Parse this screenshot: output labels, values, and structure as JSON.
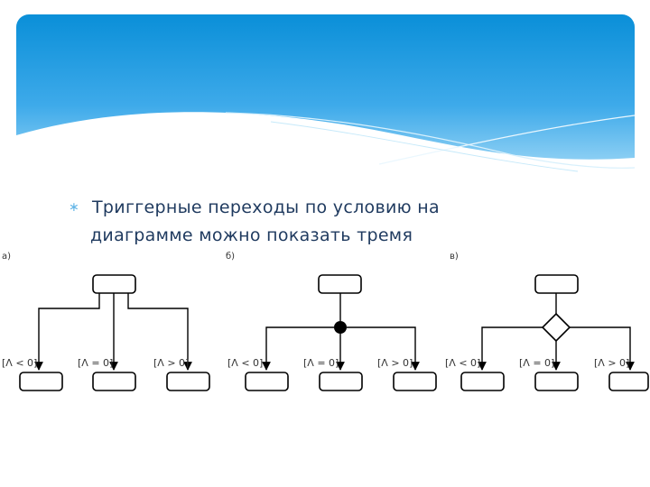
{
  "slide": {
    "bullet_symbol": "∗",
    "bullet_line1": "Триггерные переходы по условию на",
    "bullet_line2": "диаграмме можно показать тремя"
  },
  "diagrams": [
    {
      "label": "а)",
      "conditions": [
        "[Λ < 0]",
        "[Λ = 0]",
        "[Λ > 0]"
      ]
    },
    {
      "label": "б)",
      "conditions": [
        "[Λ < 0]",
        "[Λ = 0]",
        "[Λ > 0]"
      ]
    },
    {
      "label": "в)",
      "conditions": [
        "[Λ < 0]",
        "[Λ = 0]",
        "[Λ > 0]"
      ]
    }
  ],
  "colors": {
    "banner_top": "#0a8fd8",
    "banner_bottom": "#9fd9f7",
    "text": "#1f3a5f",
    "bullet": "#5fb3e6"
  }
}
